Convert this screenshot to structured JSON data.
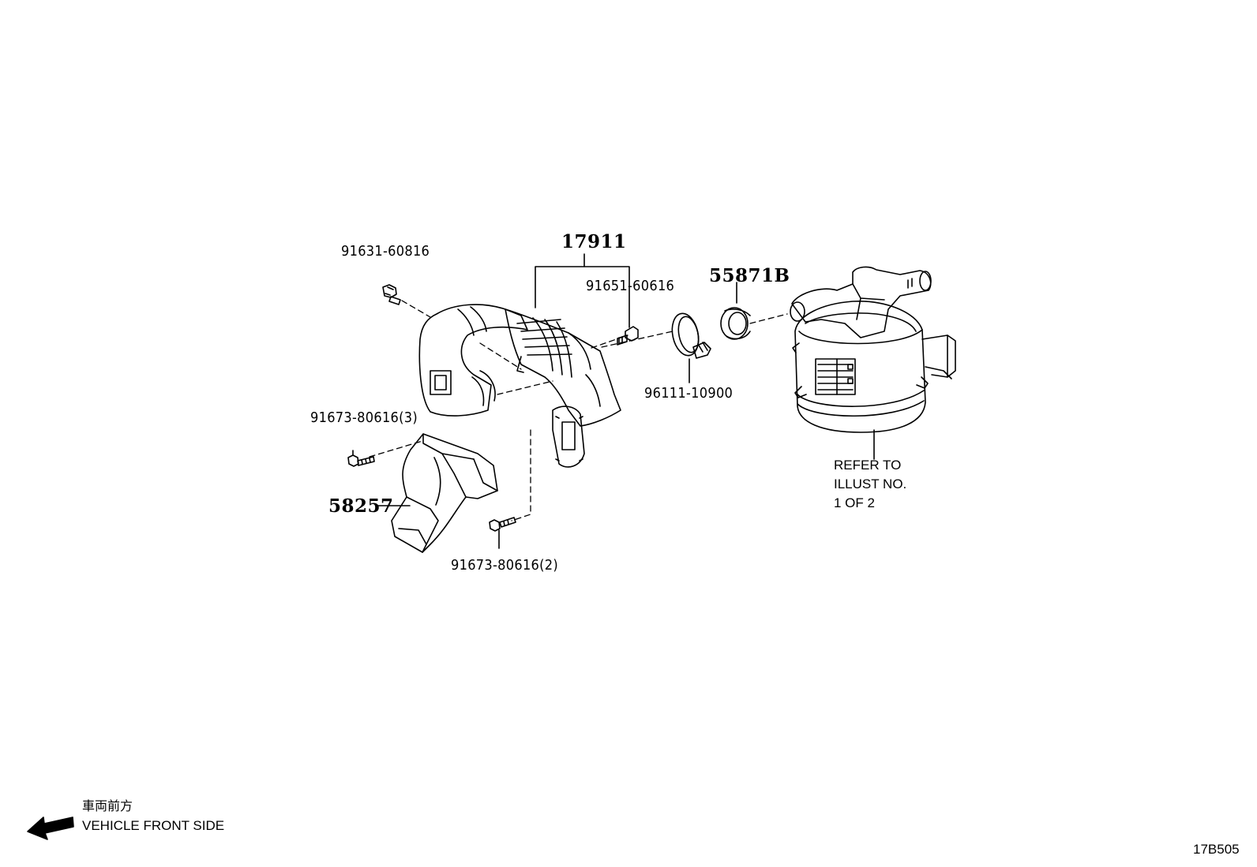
{
  "diagram": {
    "code": "17B505",
    "parts": {
      "p17911": "17911",
      "p91631": "91631-60816",
      "p91651": "91651-60616",
      "p55871B": "55871B",
      "p96111": "96111-10900",
      "p91673a": "91673-80616(3)",
      "p58257": "58257",
      "p91673b": "91673-80616(2)"
    },
    "refer_note": [
      "REFER TO",
      "ILLUST NO.",
      "1 OF 2"
    ],
    "direction": {
      "jp": "車両前方",
      "en": "VEHICLE FRONT SIDE"
    }
  }
}
